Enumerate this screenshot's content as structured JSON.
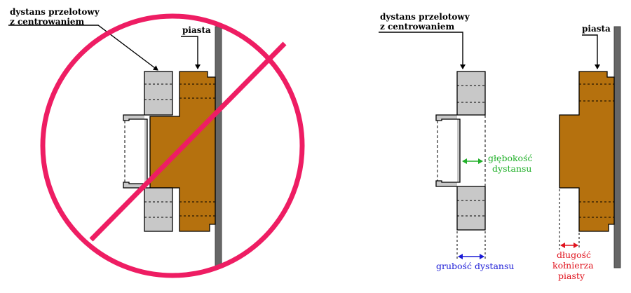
{
  "labels": {
    "spacer_left_line1": "dystans przelotowy",
    "spacer_left_line2": "z centrowaniem",
    "hub_left": "piasta",
    "spacer_right_line1": "dystans przelotowy",
    "spacer_right_line2": "z centrowaniem",
    "hub_right": "piasta",
    "spacer_depth_line1": "głębokość",
    "spacer_depth_line2": "dystansu",
    "spacer_thickness": "grubość dystansu",
    "collar_line1": "długość",
    "collar_line2": "kołnierza",
    "collar_line3": "piasty"
  },
  "colors": {
    "spacer_fill": "#c8c8c8",
    "hub_fill": "#b5710e",
    "wall_fill": "#666666",
    "prohibition": "#ee1d63",
    "depth_arrow": "#22b02a",
    "thickness_arrow": "#1a1ad6",
    "collar_arrow": "#e0141e"
  },
  "icons": {
    "prohibition": "prohibition-icon"
  }
}
